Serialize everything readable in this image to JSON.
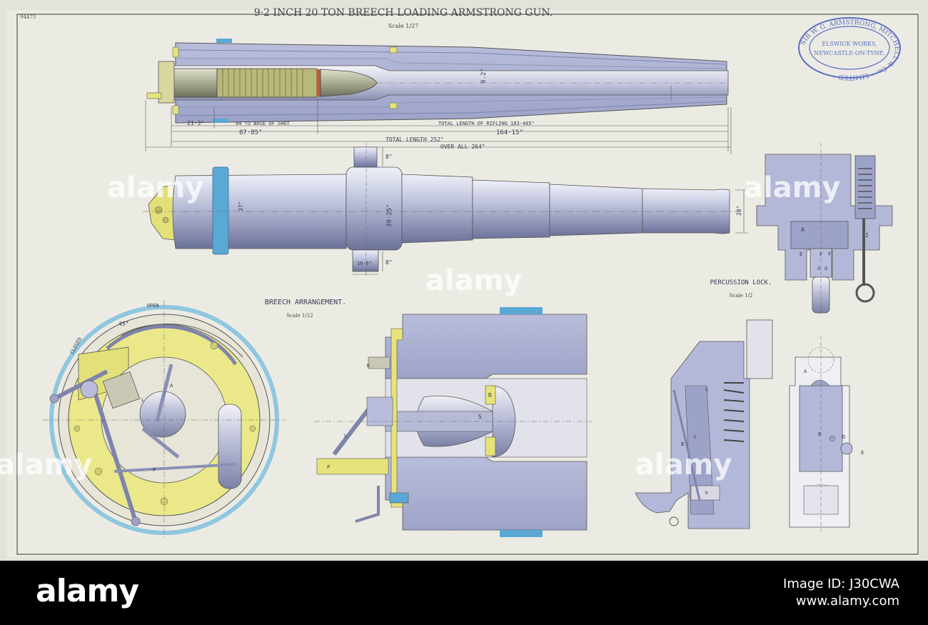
{
  "sheet": {
    "title": "9·2 INCH 20 TON BREECH LOADING ARMSTRONG GUN.",
    "title_scale": "Scale 1/27",
    "sheet_number": "94475"
  },
  "stamp": {
    "ring_text": "SIR W. G. ARMSTRONG, MITCHELL & Co. • LIMITED •",
    "line1": "ELSWICK WORKS,",
    "line2": "NEWCASTLE-ON-TYNE."
  },
  "dimensions": {
    "bore": "9.2\"",
    "chamber_len": "21·3\"",
    "to_base": "44 TO BASE OF SHOT",
    "chamber_total": "87·85\"",
    "rifling_label": "TOTAL LENGTH OF RIFLING 183·465\"",
    "rifling_part": "164·15\"",
    "total_length": "TOTAL LENGTH 252\"",
    "over_all": "OVER ALL 264\"",
    "trunnion_top": "8\"",
    "trunnion_bottom": "8\"",
    "breech_dia": "37\"",
    "trunnion_dia": "39·25\"",
    "muzzle_dia": "20\"",
    "trunnion_width": "10·6\""
  },
  "breech": {
    "title": "BREECH ARRANGEMENT.",
    "scale": "Scale 1/12",
    "open": "OPEN",
    "closed": "CLOSED",
    "angle": "45°",
    "parts": [
      "A",
      "L",
      "P",
      "K",
      "R",
      "S",
      "L",
      "P"
    ]
  },
  "lock": {
    "title": "PERCUSSION LOCK.",
    "scale": "Scale 1/2",
    "parts_top": [
      "A",
      "E",
      "F",
      "F",
      "G",
      "G",
      "I"
    ],
    "parts_bottom": [
      "C",
      "B",
      "E",
      "H",
      "A",
      "B",
      "D",
      "E"
    ]
  },
  "watermark": "alamy",
  "footer": {
    "logo": "alamy",
    "image_id": "Image ID: J30CWA",
    "url": "www.alamy.com"
  },
  "colors": {
    "paper": "#ecebe3",
    "steel": "#b3b8d8",
    "steel_dark": "#7a80a8",
    "brass": "#e6e37a",
    "blue_band": "#5aa8d4",
    "stamp": "#5b6fc2"
  }
}
